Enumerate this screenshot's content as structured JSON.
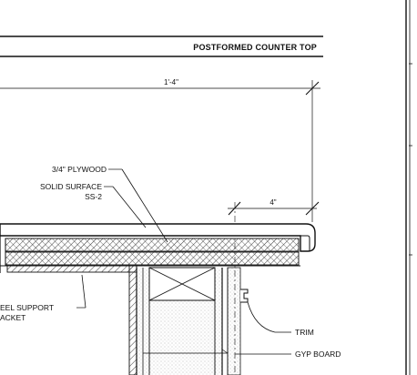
{
  "drawing": {
    "title": "POSTFORMED COUNTER TOP",
    "dimensions": {
      "overall": "1'-4\"",
      "overhang": "4\""
    },
    "callouts": {
      "plywood": "3/4\" PLYWOOD",
      "solid_surface_line1": "SOLID SURFACE",
      "solid_surface_line2": "SS-2",
      "bracket_line1": "EEL SUPPORT",
      "bracket_line2": "ACKET",
      "trim": "TRIM",
      "gyp_board": "GYP BOARD"
    }
  }
}
